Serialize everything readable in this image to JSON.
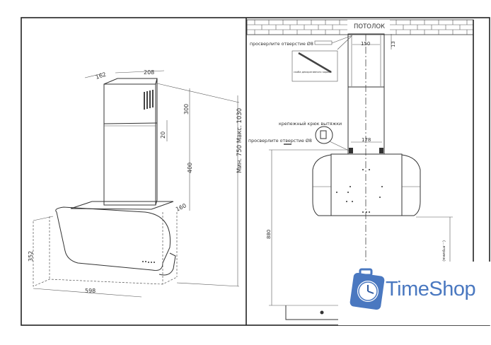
{
  "left_view": {
    "dim_top_depth": "162",
    "dim_top_width": "208",
    "dim_upper_duct": "300",
    "dim_overlap": "20",
    "dim_lower_duct": "400",
    "dim_total_height": "Мин. 750   Макс. 1030",
    "dim_base_depth": "160",
    "dim_hood_height": "352",
    "dim_hood_width": "598"
  },
  "right_view": {
    "ceiling_label": "ПОТОЛОК",
    "drill_hole_top": "просверлите отверстие Ø8",
    "dim_bracket_spacing": "150",
    "dim_ceiling_offset": "13",
    "inset_caption": "скоба декоративного короба",
    "mounting_hook_label": "крепежный крюк вытяжки",
    "drill_hole_bottom": "просверлите отверстие Ø8",
    "dim_hook_spacing": "178",
    "dim_hood_height": "880",
    "dim_side_partial": "(...ятрика) )"
  },
  "watermark": {
    "brand": "TimeShop",
    "color": "#4a78c0"
  }
}
